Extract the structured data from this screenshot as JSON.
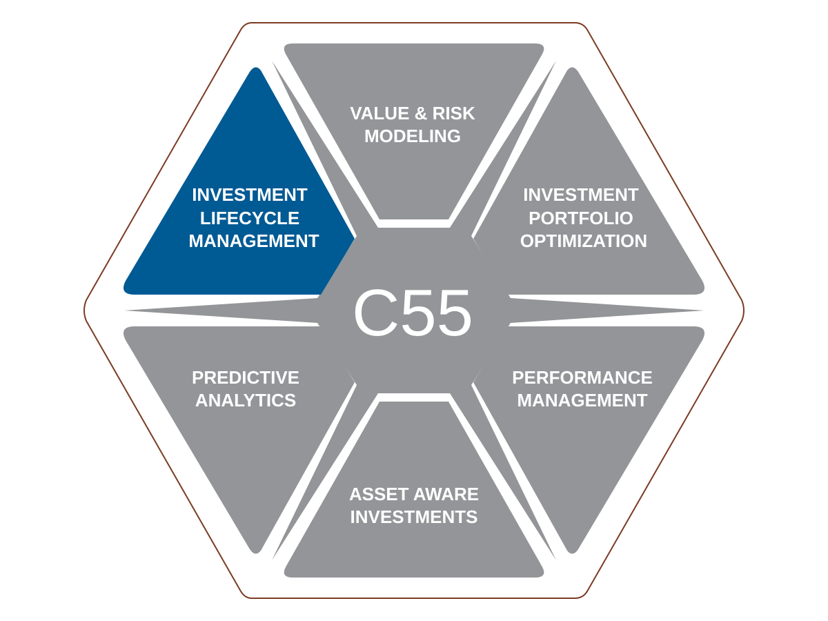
{
  "center": {
    "label": "C55"
  },
  "segments": [
    {
      "id": "top",
      "lines": [
        "VALUE & RISK",
        "MODELING"
      ],
      "active": false
    },
    {
      "id": "upper-right",
      "lines": [
        "INVESTMENT",
        "PORTFOLIO",
        "OPTIMIZATION"
      ],
      "active": false
    },
    {
      "id": "lower-right",
      "lines": [
        "PERFORMANCE",
        "MANAGEMENT"
      ],
      "active": false
    },
    {
      "id": "bottom",
      "lines": [
        "ASSET AWARE",
        "INVESTMENTS"
      ],
      "active": false
    },
    {
      "id": "lower-left",
      "lines": [
        "PREDICTIVE",
        "ANALYTICS"
      ],
      "active": false
    },
    {
      "id": "upper-left",
      "lines": [
        "INVESTMENT",
        "LIFECYCLE",
        "MANAGEMENT"
      ],
      "active": true
    }
  ],
  "colors": {
    "outline": "#7a3a22",
    "gray": "#939598",
    "active": "#005a94",
    "text": "#ffffff",
    "background": "#ffffff"
  }
}
